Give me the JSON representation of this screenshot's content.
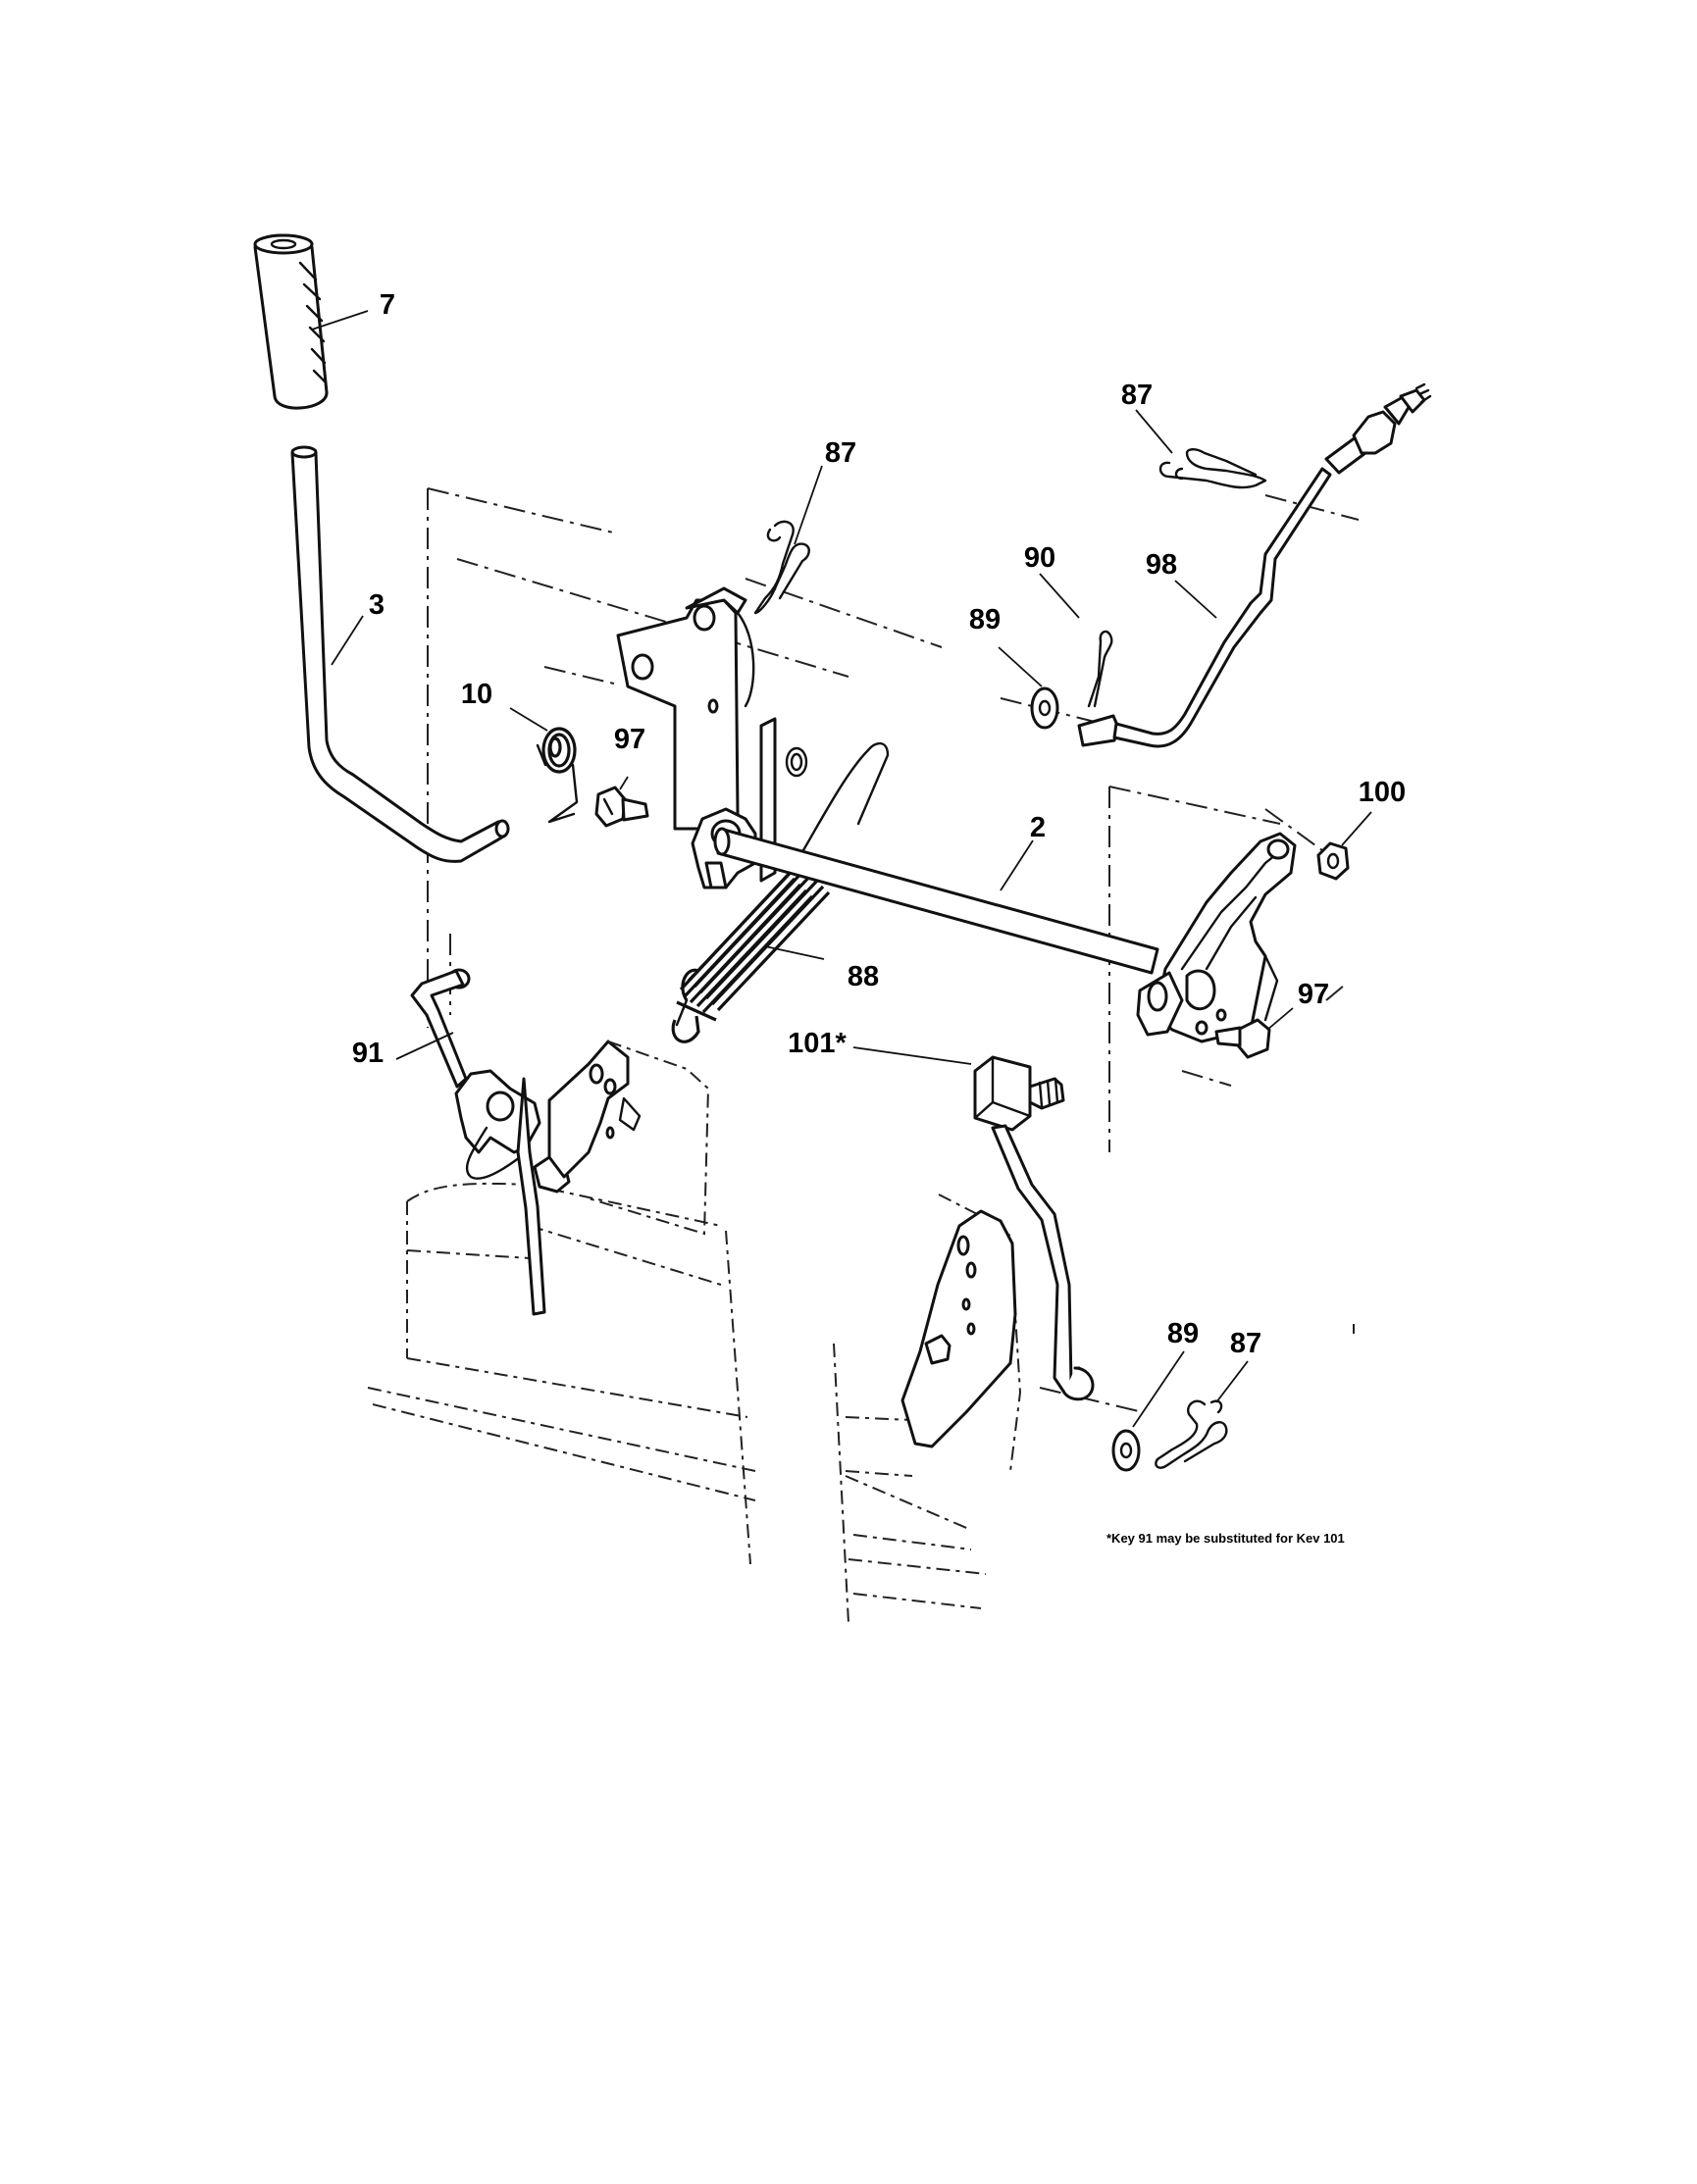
{
  "callouts": {
    "c7": "7",
    "c3": "3",
    "c10": "10",
    "c97a": "97",
    "c87a": "87",
    "c87b": "87",
    "c90": "90",
    "c98": "98",
    "c89a": "89",
    "c100": "100",
    "c2": "2",
    "c88": "88",
    "c97b": "97",
    "c91": "91",
    "c101": "101*",
    "c89b": "89",
    "c87c": "87"
  },
  "footnote": "*Key 91 may be substituted for Kev 101"
}
